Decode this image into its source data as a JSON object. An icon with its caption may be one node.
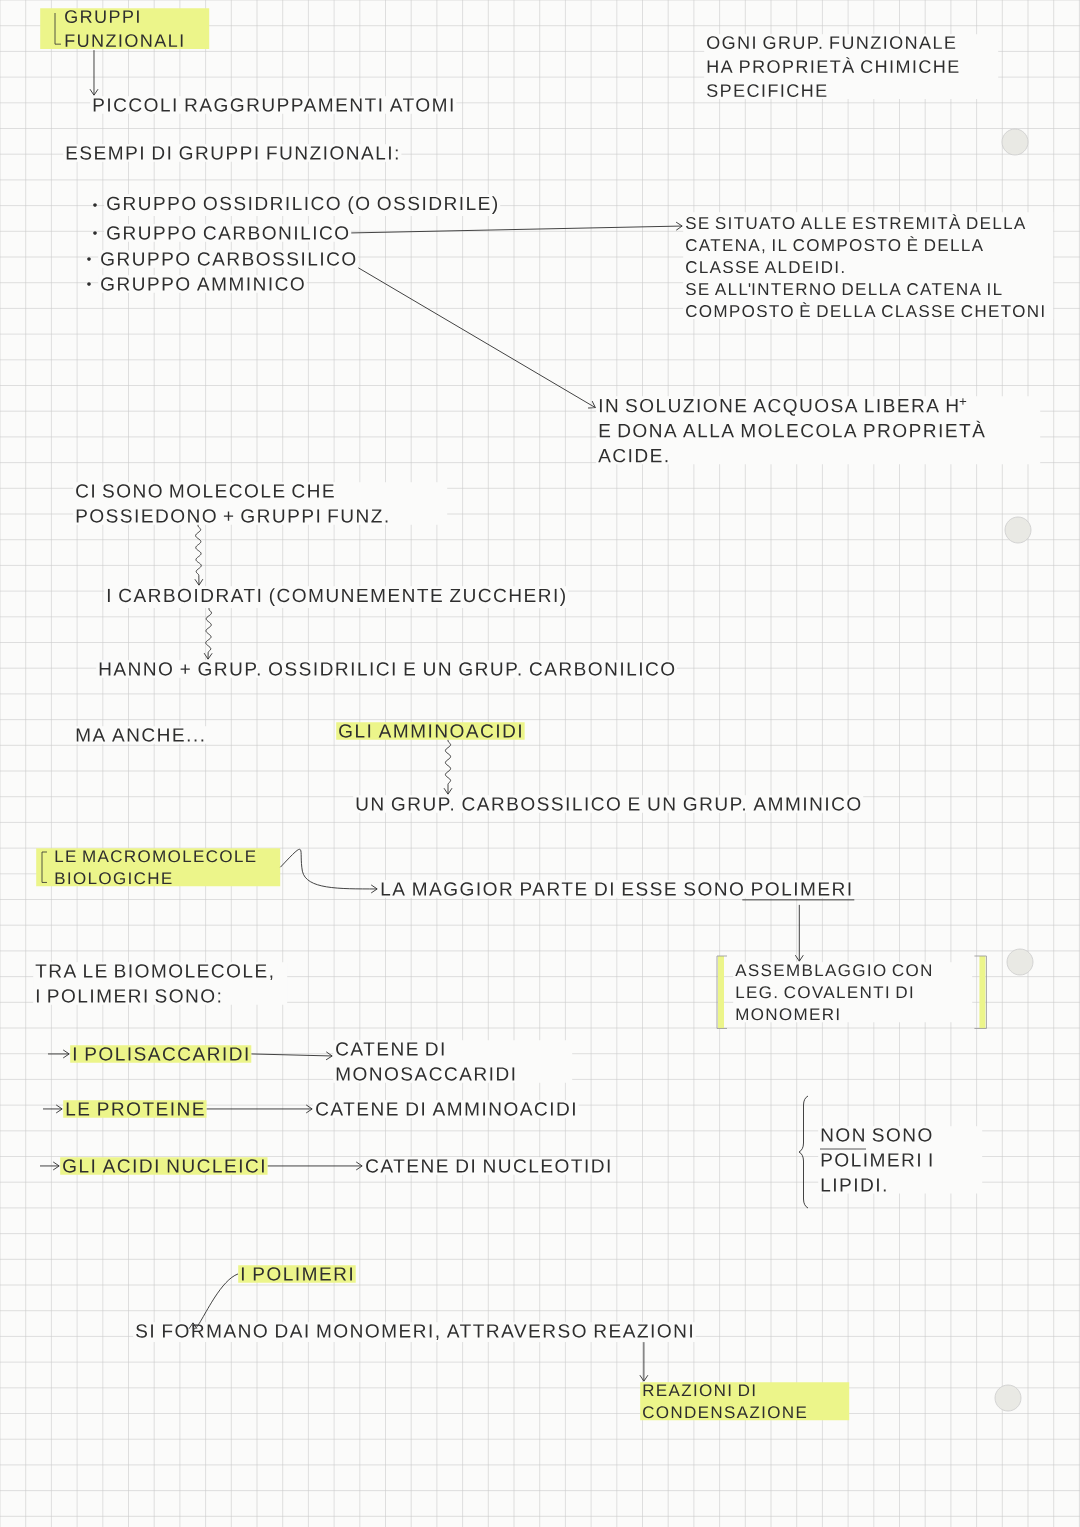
{
  "diagram": {
    "nodes": [
      {
        "text": [
          "GRUPPI FUNZIONALI"
        ]
      },
      {
        "text": [
          "PICCOLI RAGGRUPPAMENTI ATOMI"
        ]
      },
      {
        "text": [
          "OGNI GRUP. FUNZIONALE HA PROPRIETÀ CHIMICHE SPECIFICHE"
        ]
      },
      {
        "text": [
          "ESEMPI DI GRUPPI FUNZIONALI:"
        ]
      },
      {
        "text": [
          "GRUPPO OSSIDRILICO (O OSSIDRILE)"
        ]
      },
      {
        "text": [
          "GRUPPO CARBONILICO"
        ]
      },
      {
        "text": [
          "GRUPPO CARBOSSILICO"
        ]
      },
      {
        "text": [
          "GRUPPO AMMINICO"
        ]
      },
      {
        "text": [
          "SE SITUATO ALLE ESTREMITÀ DELLA CATENA, IL COMPOSTO È DELLA CLASSE ALDEIDI.",
          "SE ALL'INTERNO DELLA CATENA IL COMPOSTO È DELLA CLASSE CHETONI"
        ]
      },
      {
        "text": [
          "IN SOLUZIONE ACQUOSA LIBERA H$^{+}$ E DONA ALLA MOLECOLA PROPRIETÀ ACIDE."
        ]
      },
      {
        "text": [
          "CI SONO MOLECOLE CHE POSSIEDONO + GRUPPI FUNZ."
        ]
      },
      {
        "text": [
          "I CARBOIDRATI (COMUNEMENTE ZUCCHERI)"
        ]
      },
      {
        "text": [
          "HANNO + GRUP. OSSIDRILICI E UN GRUP. CARBONILICO"
        ]
      },
      {
        "text": [
          "GLI AMMINOACIDI"
        ]
      },
      {
        "text": [
          "UN GRUP. CARBOSSILICO E UN GRUP. AMMINICO"
        ]
      },
      {
        "text": [
          "LE MACROMOLECOLE BIOLOGICHE"
        ]
      },
      {
        "text": [
          "LA MAGGIOR PARTE DI ESSE SONO POLIMERI"
        ]
      },
      {
        "text": [
          "ASSEMBLAGGIO CON LEG. COVALENTI DI MONOMERI"
        ]
      },
      {
        "text": [
          "TRA LE BIOMOLECOLE, I POLIMERI SONO:"
        ]
      },
      {
        "text": [
          "I POLISACCARIDI"
        ]
      },
      {
        "text": [
          "CATENE DI MONOSACCARIDI"
        ]
      },
      {
        "text": [
          "LE PROTEINE"
        ]
      },
      {
        "text": [
          "CATENE DI AMMINOACIDI"
        ]
      },
      {
        "text": [
          "GLI ACIDI NUCLEICI"
        ]
      },
      {
        "text": [
          "CATENE DI NUCLEOTIDI"
        ]
      },
      {
        "text": [
          "I POLIMERI"
        ]
      },
      {
        "text": [
          "SI FORMANO DAI MONOMERI, ATTRAVERSO REAZIONI"
        ]
      },
      {
        "text": [
          "REAZIONI DI CONDENSAZIONE"
        ]
      }
    ],
    "edges": [
      {
        "from": 0,
        "to": 1,
        "arrow": "to"
      },
      {
        "from": 5,
        "to": 8,
        "arrow": "to"
      },
      {
        "from": 6,
        "to": 9,
        "arrow": "to"
      },
      {
        "from": 10,
        "to": 11,
        "arrow": "to"
      },
      {
        "from": 11,
        "to": 12,
        "arrow": "to"
      },
      {
        "from": 13,
        "to": 14,
        "arrow": "to"
      },
      {
        "from": 15,
        "to": 16,
        "arrow": "to"
      },
      {
        "from": 16,
        "to": 17,
        "arrow": "to"
      },
      {
        "from": null,
        "to": 19,
        "arrow": "to"
      },
      {
        "from": 19,
        "to": 20,
        "arrow": "to"
      },
      {
        "from": null,
        "to": 21,
        "arrow": "to"
      },
      {
        "from": 21,
        "to": 22,
        "arrow": "to"
      },
      {
        "from": null,
        "to": 23,
        "arrow": "to"
      },
      {
        "from": 23,
        "to": 24,
        "arrow": "to"
      },
      {
        "from": 25,
        "to": 26,
        "arrow": "to"
      },
      {
        "from": 26,
        "to": 27,
        "arrow": "to"
      }
    ],
    "labels": [
      "MA ANCHE...",
      "NON SONO POLIMERI I LIPIDI."
    ]
  }
}
